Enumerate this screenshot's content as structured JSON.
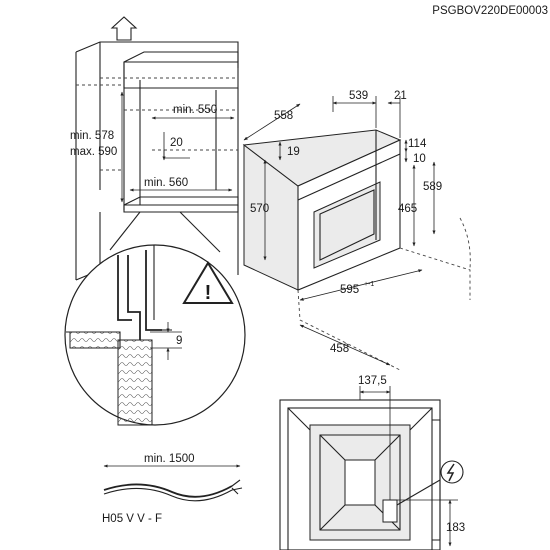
{
  "diagram": {
    "code": "PSGBOV220DE00003",
    "labels": {
      "min_550": "min. 550",
      "min_578": "min. 578",
      "max_590": "max. 590",
      "d20": "20",
      "min_560": "min. 560",
      "d558": "558",
      "d539": "539",
      "d21": "21",
      "d114": "114",
      "d10": "10",
      "d19": "19",
      "d570": "570",
      "d589": "589",
      "d465": "465",
      "d595": "595",
      "tol": "+-1",
      "d9": "9",
      "d458": "458",
      "d137_5": "137,5",
      "min_1500": "min. 1500",
      "cable": "H05 V V - F",
      "d183": "183",
      "warning_mark": "!"
    }
  }
}
